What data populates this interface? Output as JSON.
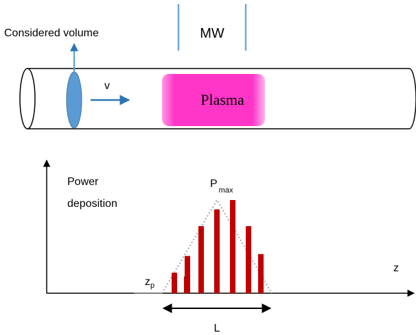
{
  "labels": {
    "considered_volume": "Considered volume",
    "mw": "MW",
    "velocity": "v",
    "plasma": "Plasma",
    "axis_y_line1": "Power",
    "axis_y_line2": "deposition",
    "p_main": "P",
    "p_sub": "max",
    "z_axis": "z",
    "zp_main": "z",
    "zp_sub": "p",
    "length": "L"
  },
  "colors": {
    "plasma": "#ff35c8",
    "disk": "#5b9bd5",
    "arrow_blue": "#2e75b6",
    "bars": "#c00000",
    "waveguide": "#6fa8dc",
    "envelope": "#a6a6a6"
  },
  "profile": {
    "relative_powers": [
      0.22,
      0.4,
      0.72,
      0.9,
      1.0,
      0.72,
      0.42,
      0.18
    ]
  }
}
